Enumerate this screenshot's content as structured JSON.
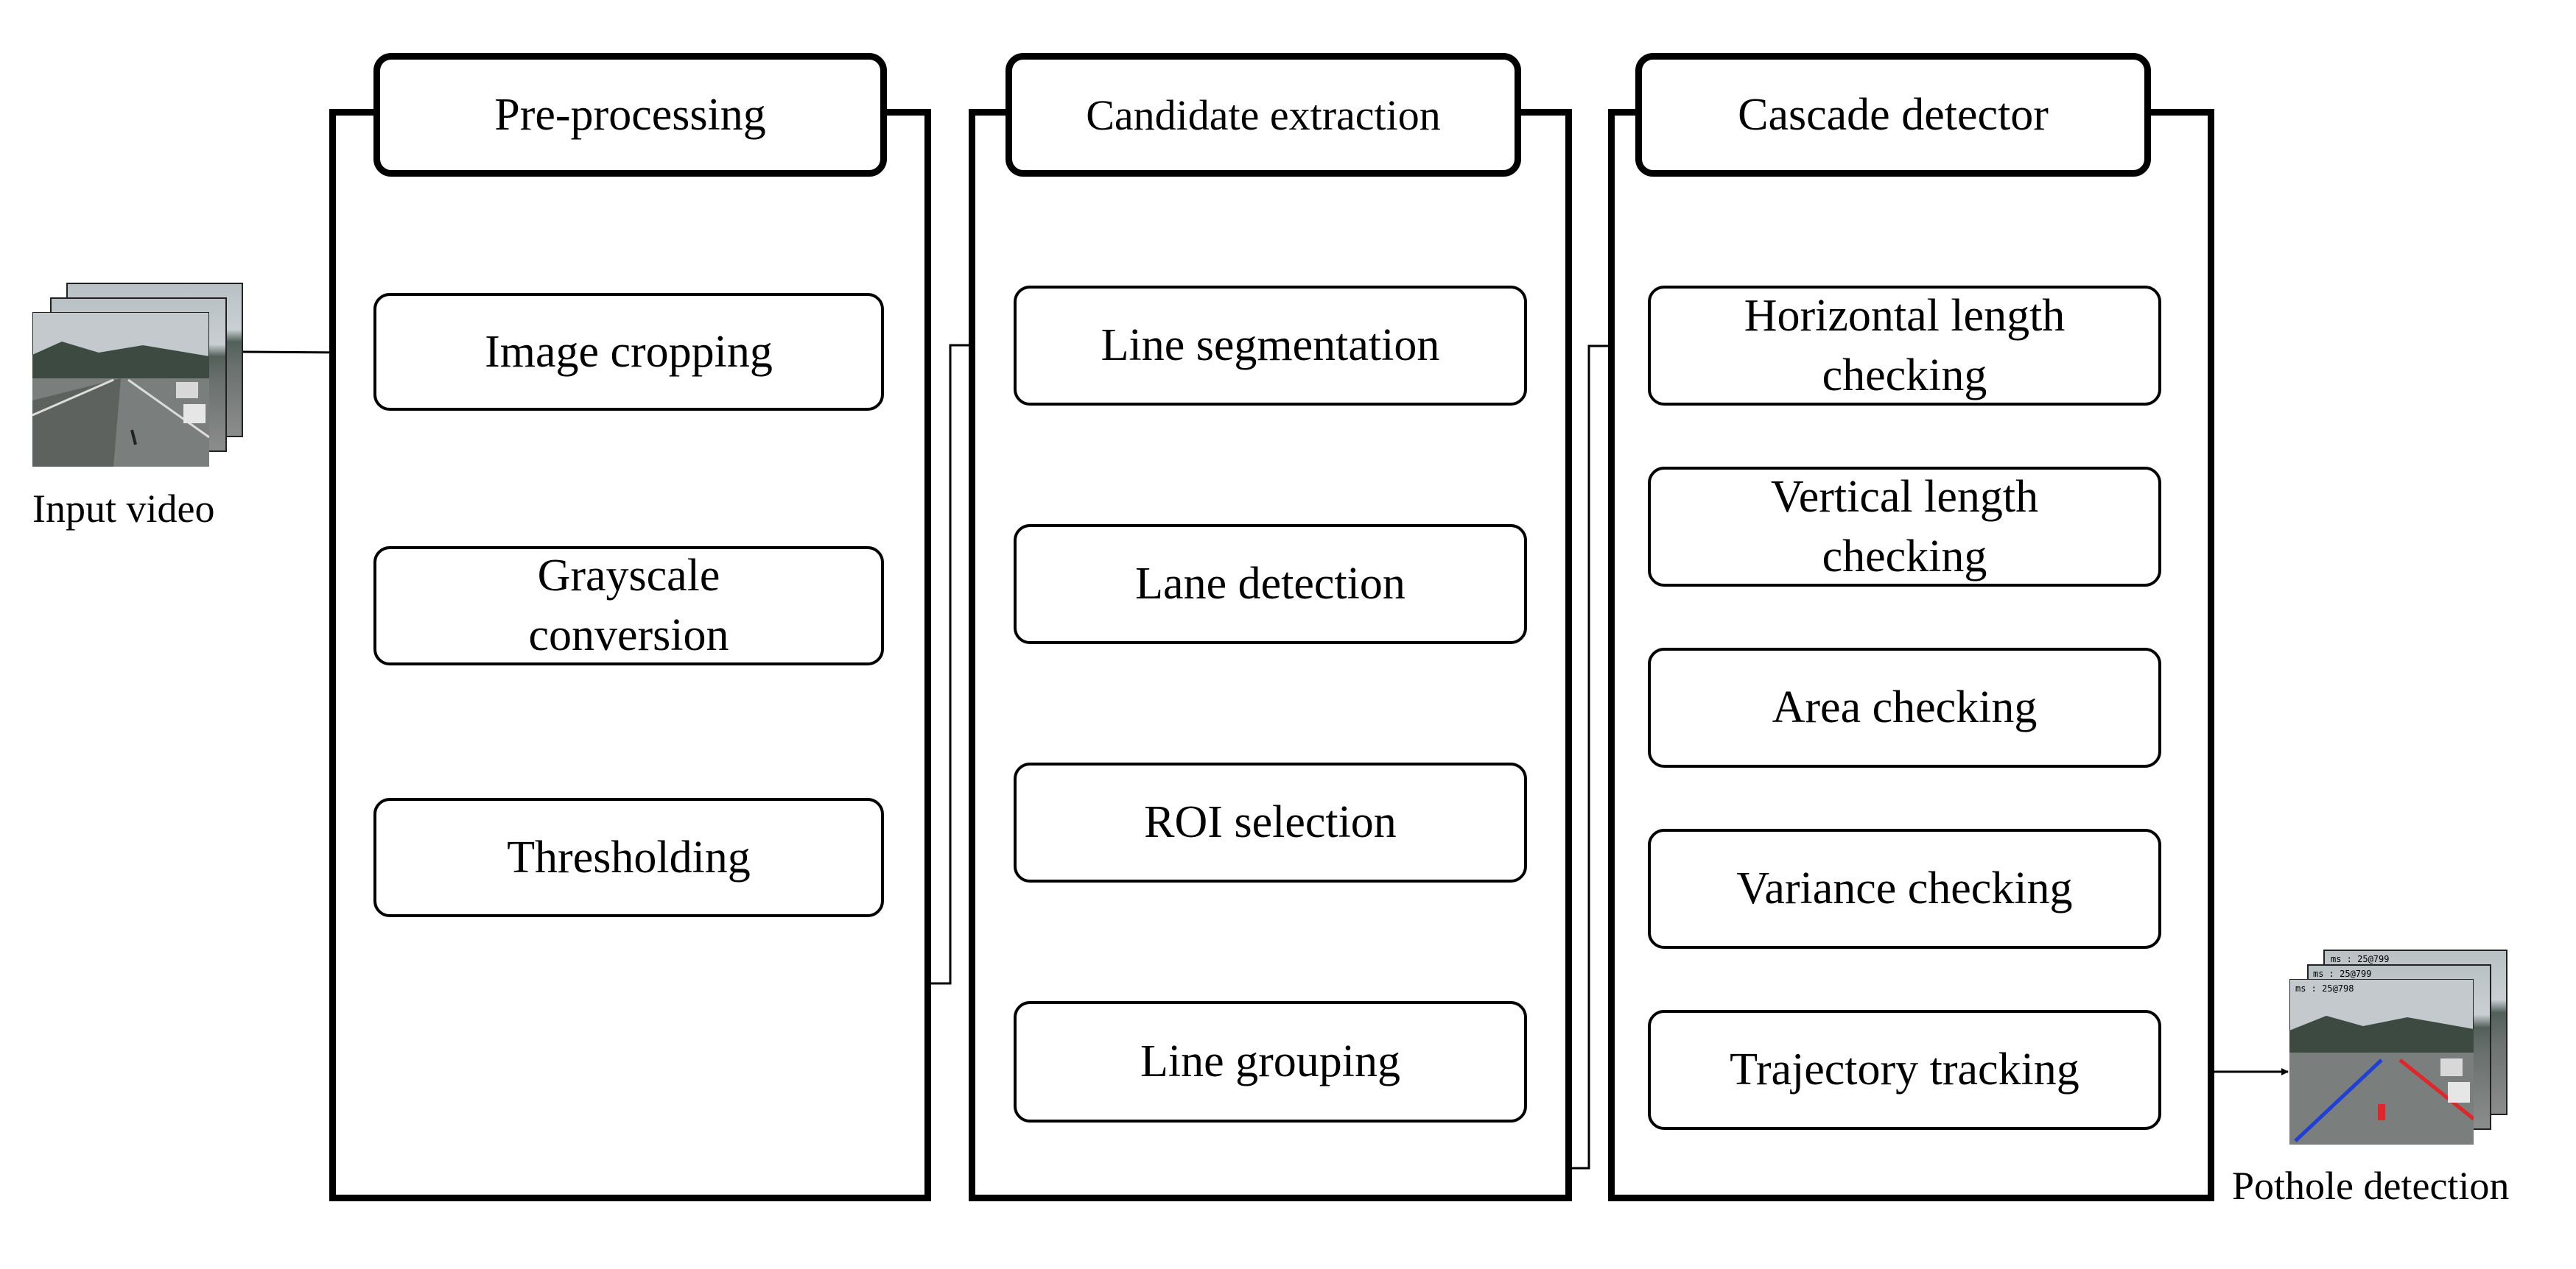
{
  "input": {
    "caption": "Input video"
  },
  "output": {
    "caption": "Pothole detection",
    "overlay_lines": [
      "ms : 25@799",
      "ms : 25@799",
      "ms : 25@798"
    ],
    "lane_colors": {
      "left": "#1f3fd6",
      "right": "#e0262b",
      "pothole": "#e0262b"
    }
  },
  "stages": [
    {
      "title": "Pre-processing",
      "steps": [
        {
          "lines": [
            "Image cropping"
          ]
        },
        {
          "lines": [
            "Grayscale",
            "conversion"
          ]
        },
        {
          "lines": [
            "Thresholding"
          ]
        }
      ]
    },
    {
      "title": "Candidate extraction",
      "steps": [
        {
          "lines": [
            "Line segmentation"
          ]
        },
        {
          "lines": [
            "Lane detection"
          ]
        },
        {
          "lines": [
            "ROI selection"
          ]
        },
        {
          "lines": [
            "Line grouping"
          ]
        }
      ]
    },
    {
      "title": "Cascade  detector",
      "steps": [
        {
          "lines": [
            "Horizontal  length",
            "checking"
          ]
        },
        {
          "lines": [
            "Vertical  length",
            "checking"
          ]
        },
        {
          "lines": [
            "Area checking"
          ]
        },
        {
          "lines": [
            "Variance  checking"
          ]
        },
        {
          "lines": [
            "Trajectory  tracking"
          ]
        }
      ]
    }
  ]
}
